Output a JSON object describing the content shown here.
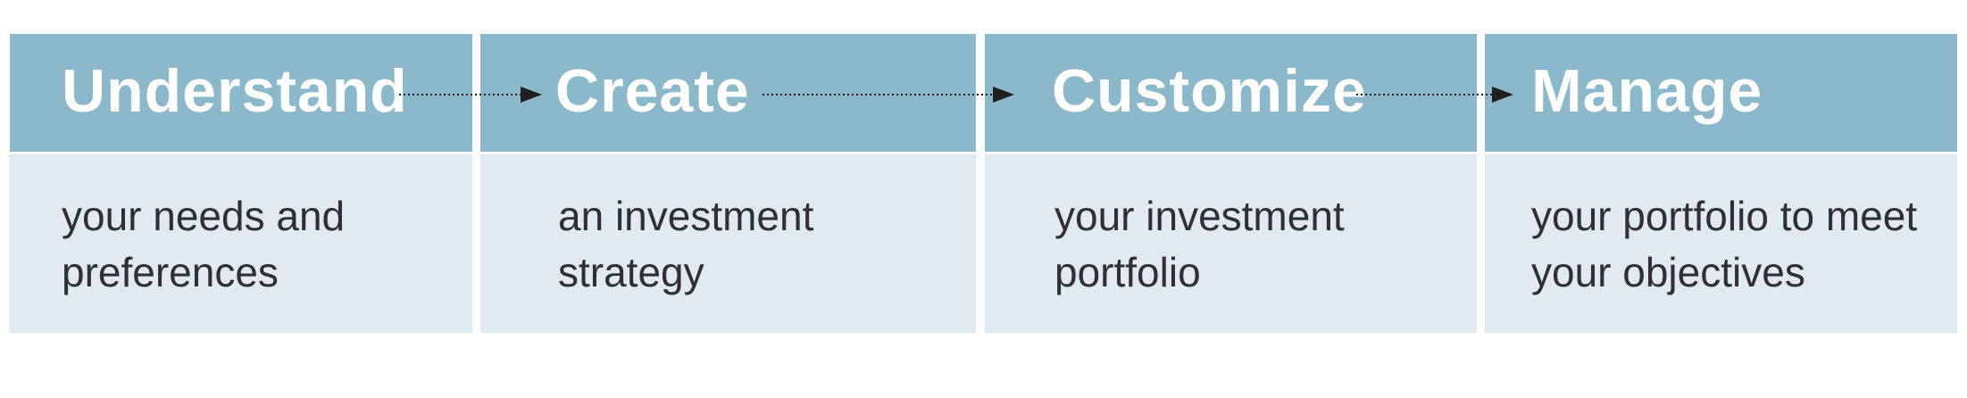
{
  "colors": {
    "header": "#8bb8cb",
    "body": "#e1e9f1",
    "title_text": "#ffffff",
    "desc_text": "#2e3036",
    "arrow": "#1f1f1f"
  },
  "steps": [
    {
      "title": "Understand",
      "desc_line1": "your needs and",
      "desc_line2": "preferences"
    },
    {
      "title": "Create",
      "desc_line1": "an investment",
      "desc_line2": "strategy"
    },
    {
      "title": "Customize",
      "desc_line1": "your investment",
      "desc_line2": "portfolio"
    },
    {
      "title": "Manage",
      "desc_line1": "your portfolio to meet",
      "desc_line2": "your objectives"
    }
  ],
  "connectors": [
    {
      "from": "Understand",
      "to": "Create",
      "style": "dotted-arrow"
    },
    {
      "from": "Create",
      "to": "Customize",
      "style": "dotted-arrow"
    },
    {
      "from": "Customize",
      "to": "Manage",
      "style": "dotted-arrow"
    }
  ]
}
